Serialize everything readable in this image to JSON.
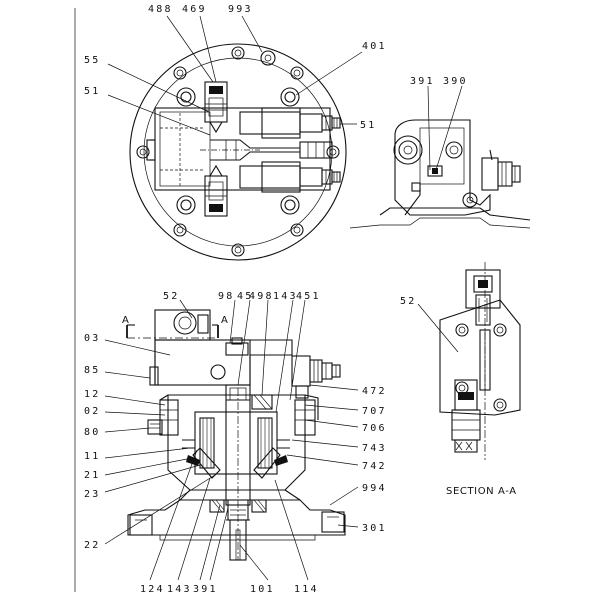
{
  "labels": {
    "top": {
      "l488": "488",
      "l469": "469",
      "l993": "993",
      "l401": "401",
      "l55": "55",
      "l51a": "51",
      "l51b": "51",
      "l391": "391",
      "l390": "390"
    },
    "section": {
      "l52": "52",
      "l98": "98",
      "l45": "45",
      "l498": "498",
      "l143": "143",
      "l451": "451",
      "l03": "03",
      "l85": "85",
      "l12": "12",
      "l02": "02",
      "l80": "80",
      "l11": "11",
      "l21": "21",
      "l23": "23",
      "l22": "22",
      "l472": "472",
      "l707": "707",
      "l706": "706",
      "l743": "743",
      "l742": "742",
      "l994": "994",
      "l301": "301",
      "l124": "124",
      "l143b": "143",
      "l391": "391",
      "l101": "101",
      "l114": "114"
    },
    "detail": {
      "l52": "52",
      "title": "SECTION  A-A"
    },
    "cut_marks": {
      "left": "A",
      "right": "A"
    }
  }
}
